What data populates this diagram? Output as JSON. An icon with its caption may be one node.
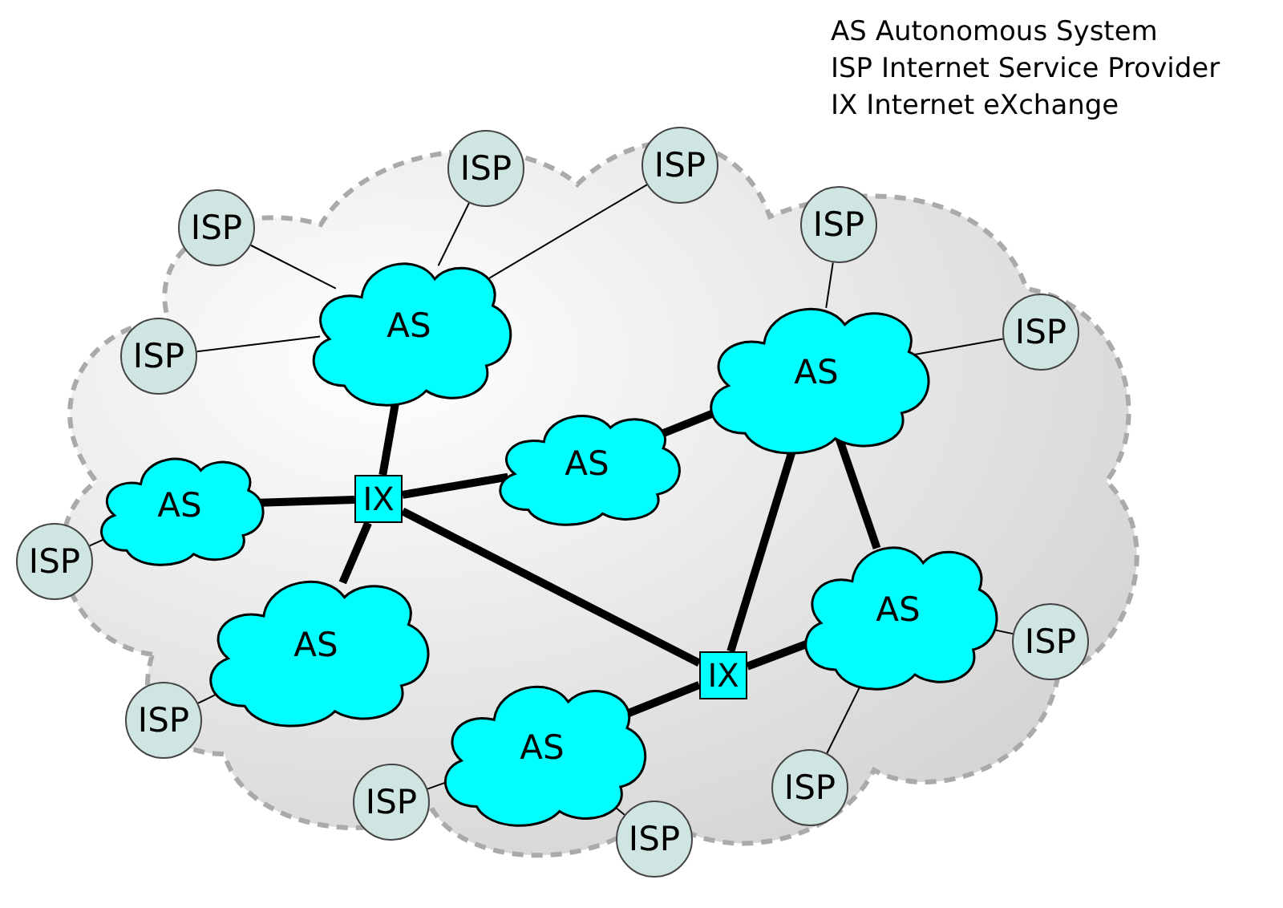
{
  "diagram": {
    "nodes": [
      {
        "text": [
          "ISP"
        ]
      },
      {
        "text": [
          "ISP"
        ]
      },
      {
        "text": [
          "ISP"
        ]
      },
      {
        "text": [
          "ISP"
        ]
      },
      {
        "text": [
          "ISP"
        ]
      },
      {
        "text": [
          "AS"
        ]
      },
      {
        "text": [
          "AS"
        ]
      },
      {
        "text": [
          "ISP"
        ]
      },
      {
        "text": [
          "AS"
        ]
      },
      {
        "text": [
          "IX"
        ]
      },
      {
        "text": [
          "AS"
        ]
      },
      {
        "text": [
          "ISP"
        ]
      },
      {
        "text": [
          "AS"
        ]
      },
      {
        "text": [
          "AS"
        ]
      },
      {
        "text": [
          "IX"
        ]
      },
      {
        "text": [
          "ISP"
        ]
      },
      {
        "text": [
          "ISP"
        ]
      },
      {
        "text": [
          "AS"
        ]
      },
      {
        "text": [
          "ISP"
        ]
      },
      {
        "text": [
          "ISP"
        ]
      },
      {
        "text": [
          "ISP"
        ]
      }
    ],
    "edges": [
      {
        "from": 0,
        "to": 5,
        "arrow": "none"
      },
      {
        "from": 1,
        "to": 5,
        "arrow": "none"
      },
      {
        "from": 2,
        "to": 5,
        "arrow": "none"
      },
      {
        "from": 4,
        "to": 5,
        "arrow": "none"
      },
      {
        "from": 3,
        "to": 6,
        "arrow": "none"
      },
      {
        "from": 7,
        "to": 6,
        "arrow": "none"
      },
      {
        "from": 11,
        "to": 8,
        "arrow": "none"
      },
      {
        "from": 16,
        "to": 12,
        "arrow": "none"
      },
      {
        "from": 15,
        "to": 13,
        "arrow": "none"
      },
      {
        "from": 18,
        "to": 13,
        "arrow": "none"
      },
      {
        "from": 19,
        "to": 17,
        "arrow": "none"
      },
      {
        "from": 20,
        "to": 17,
        "arrow": "none"
      },
      {
        "from": 5,
        "to": 9,
        "arrow": "none",
        "style": "thick"
      },
      {
        "from": 8,
        "to": 9,
        "arrow": "none",
        "style": "thick"
      },
      {
        "from": 9,
        "to": 10,
        "arrow": "none",
        "style": "thick"
      },
      {
        "from": 12,
        "to": 9,
        "arrow": "none",
        "style": "thick"
      },
      {
        "from": 9,
        "to": 14,
        "arrow": "none",
        "style": "thick"
      },
      {
        "from": 10,
        "to": 6,
        "arrow": "none",
        "style": "thick"
      },
      {
        "from": 6,
        "to": 14,
        "arrow": "none",
        "style": "thick"
      },
      {
        "from": 6,
        "to": 13,
        "arrow": "none",
        "style": "thick"
      },
      {
        "from": 14,
        "to": 13,
        "arrow": "none",
        "style": "thick"
      },
      {
        "from": 17,
        "to": 14,
        "arrow": "none",
        "style": "thick"
      }
    ],
    "labels": [
      "AS Autonomous System",
      "ISP Internet Service Provider",
      "IX Internet eXchange"
    ]
  }
}
